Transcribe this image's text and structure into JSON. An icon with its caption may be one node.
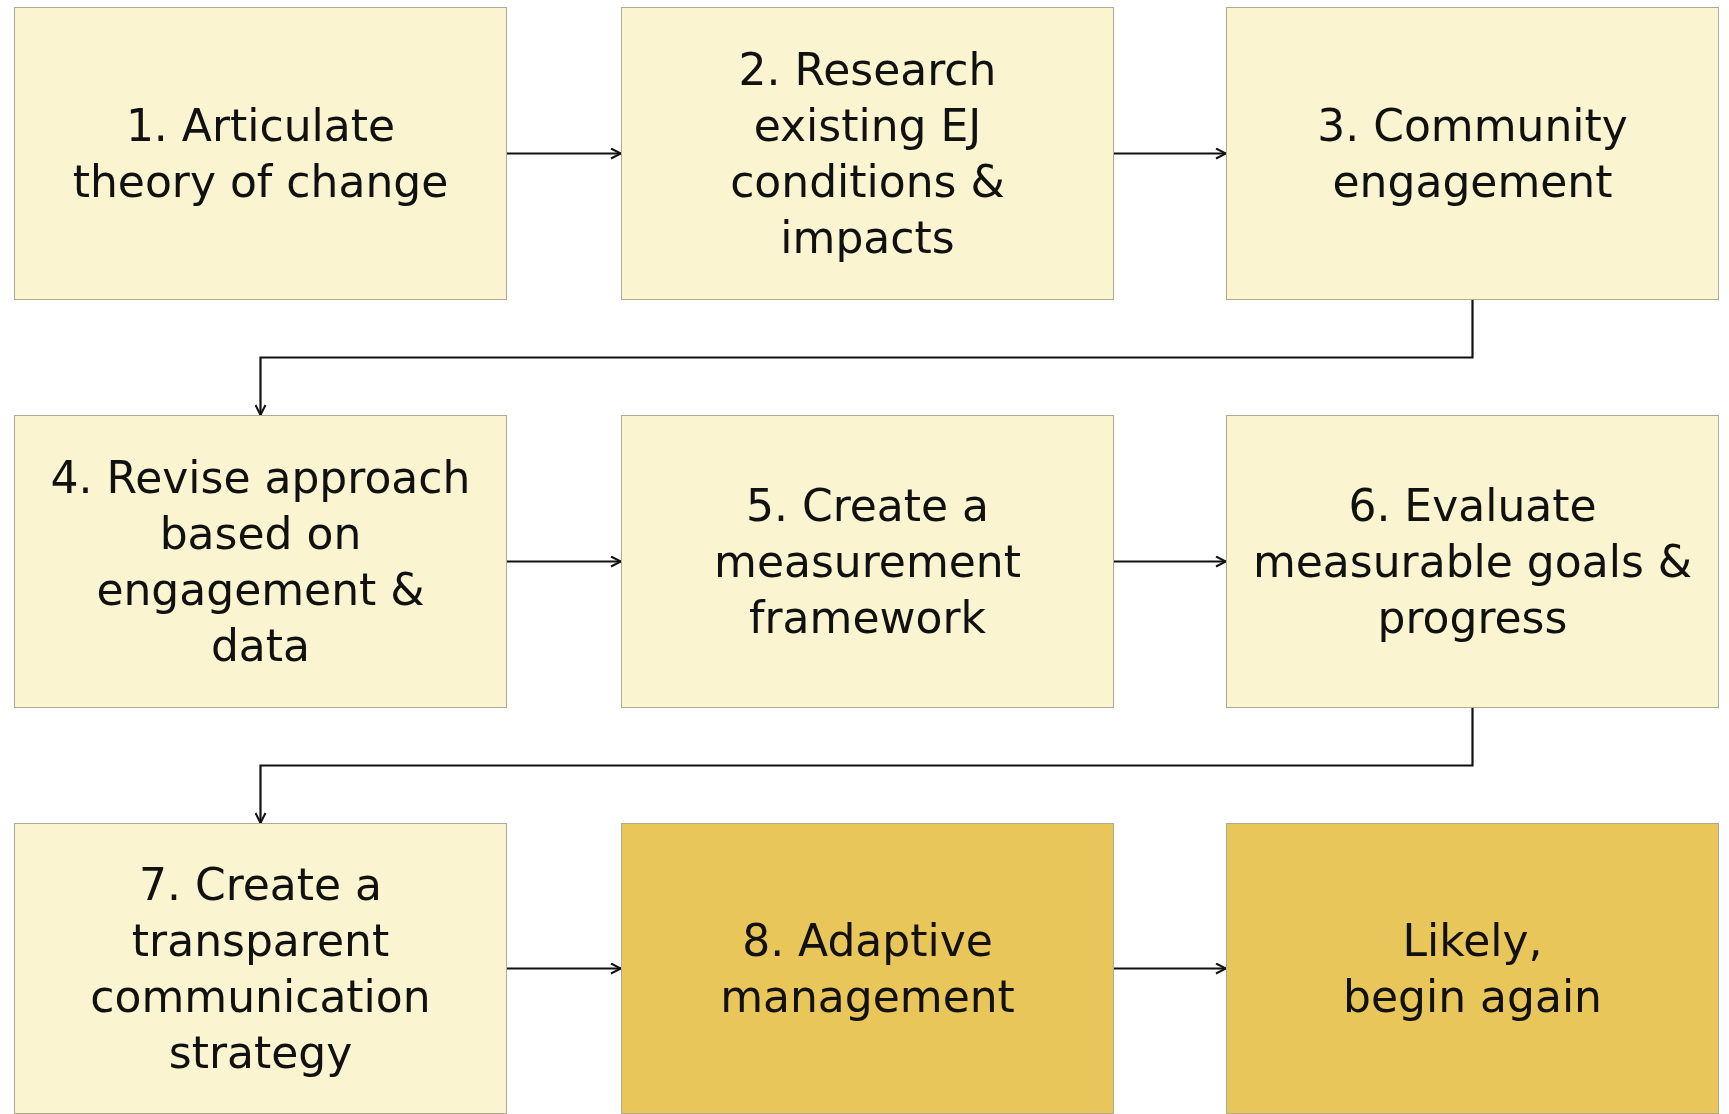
{
  "diagram": {
    "nodes": [
      {
        "text": [
          "1. Articulate theory of change"
        ]
      },
      {
        "text": [
          "2. Research existing EJ conditions & impacts"
        ]
      },
      {
        "text": [
          "3. Community engagement"
        ]
      },
      {
        "text": [
          "4. Revise approach based on engagement & data"
        ]
      },
      {
        "text": [
          "5. Create a measurement framework"
        ]
      },
      {
        "text": [
          "6. Evaluate measurable goals & progress"
        ]
      },
      {
        "text": [
          "7. Create a transparent communication strategy"
        ]
      },
      {
        "text": [
          "8. Adaptive management"
        ]
      },
      {
        "text": [
          "Likely, begin again"
        ]
      }
    ],
    "edges": [
      {
        "from": 0,
        "to": 1,
        "arrow": "to"
      },
      {
        "from": 1,
        "to": 2,
        "arrow": "to"
      },
      {
        "from": 2,
        "to": 3,
        "arrow": "to"
      },
      {
        "from": 3,
        "to": 4,
        "arrow": "to"
      },
      {
        "from": 4,
        "to": 5,
        "arrow": "to"
      },
      {
        "from": 5,
        "to": 6,
        "arrow": "to"
      },
      {
        "from": 6,
        "to": 7,
        "arrow": "to"
      },
      {
        "from": 7,
        "to": 8,
        "arrow": "to"
      }
    ]
  }
}
